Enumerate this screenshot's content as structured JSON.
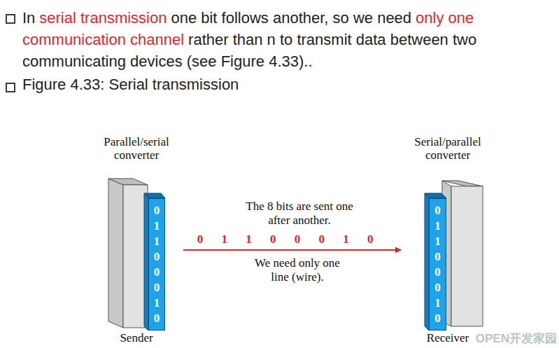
{
  "diagram": {
    "nodes": [
      {
        "text": [
          "Parallel/serial converter",
          "Sender"
        ]
      },
      {
        "text": [
          "0 1 1 0 0 0 1 0"
        ],
        "in": 0
      },
      {
        "text": [
          "Serial/parallel converter",
          "Receiver"
        ]
      },
      {
        "text": [
          "0 1 1 0 0 0 1 0"
        ],
        "in": 2
      }
    ],
    "edges": [
      {
        "from": 0,
        "to": 2,
        "arrow": "to",
        "label": "0 1 1 0 0 0 1 0"
      }
    ],
    "labels": [
      "In",
      "serial transmission",
      "one bit follows another, so we need",
      "only one communication channel",
      "rather than n to transmit data between two communicating devices (see Figure 4.33)..",
      "Figure 4.33:  Serial transmission",
      "The 8 bits are sent one after another.",
      "We need only one line (wire).",
      "OPEN开发家园"
    ]
  }
}
